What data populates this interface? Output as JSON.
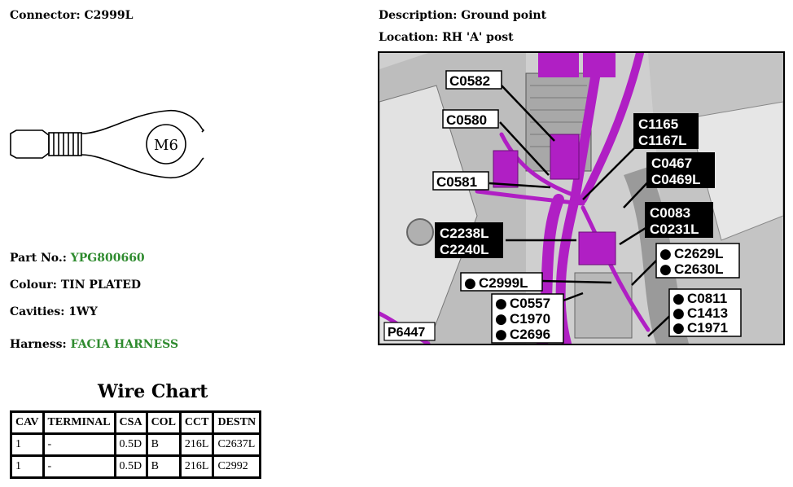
{
  "connector": {
    "label": "Connector:",
    "value": "C2999L"
  },
  "description": {
    "label": "Description:",
    "value": "Ground point"
  },
  "location": {
    "label": "Location:",
    "value": "RH 'A' post"
  },
  "part_no": {
    "label": "Part No.:",
    "value": "YPG800660"
  },
  "colour": {
    "label": "Colour:",
    "value": "TIN PLATED"
  },
  "cavities": {
    "label": "Cavities:",
    "value": "1WY"
  },
  "harness": {
    "label": "Harness:",
    "value": "FACIA HARNESS"
  },
  "terminal_drawing": {
    "stud_label": "M6"
  },
  "wire_chart": {
    "title": "Wire Chart",
    "headers": [
      "CAV",
      "TERMINAL",
      "CSA",
      "COL",
      "CCT",
      "DESTN"
    ],
    "rows": [
      [
        "1",
        "-",
        "0.5D",
        "B",
        "216L",
        "C2637L"
      ],
      [
        "1",
        "-",
        "0.5D",
        "B",
        "216L",
        "C2992"
      ]
    ]
  },
  "location_photo": {
    "ref": "P6447",
    "callouts": [
      "C0582",
      "C0580",
      "C0581",
      "C1165",
      "C1167L",
      "C0467",
      "C0469L",
      "C0083",
      "C0231L",
      "C2238L",
      "C2240L",
      "C2629L",
      "C2630L",
      "C2999L",
      "C0557",
      "C1970",
      "C2696",
      "C0811",
      "C1413",
      "C1971"
    ]
  },
  "colors": {
    "green_text": "#2e8b2e",
    "harness_magenta": "#b01fc4"
  }
}
